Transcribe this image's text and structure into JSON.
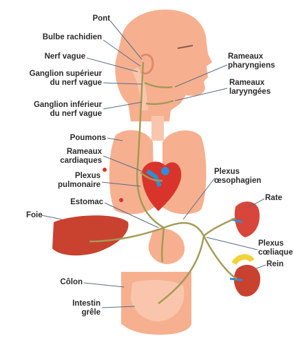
{
  "figure": {
    "colors": {
      "skin": "#f6b08f",
      "skin_light": "#f9c6ad",
      "nerve": "#a39a55",
      "heart": "#d9342b",
      "vessel_blue": "#2d8fd6",
      "spleen": "#d8453a",
      "liver": "#c9412f",
      "adrenal": "#f3d23a",
      "label_text": "#2b2b2b",
      "pointer": "#556b8a"
    },
    "labels_left": [
      {
        "id": "pont",
        "text": "Pont"
      },
      {
        "id": "bulbe",
        "text": "Bulbe rachidien"
      },
      {
        "id": "nerf_vague",
        "text": "Nerf vague"
      },
      {
        "id": "ganglion_sup",
        "text": "Ganglion supérieur\ndu nerf vague"
      },
      {
        "id": "ganglion_inf",
        "text": "Ganglion inférieur\ndu nerf vague"
      },
      {
        "id": "poumons",
        "text": "Poumons"
      },
      {
        "id": "rameaux_cardiaques",
        "text": "Rameaux\ncardiaques"
      },
      {
        "id": "plexus_pulmonaire",
        "text": "Plexus\npulmonaire"
      },
      {
        "id": "estomac",
        "text": "Estomac"
      },
      {
        "id": "foie",
        "text": "Foie"
      },
      {
        "id": "colon",
        "text": "Côlon"
      },
      {
        "id": "intestin",
        "text": "Intestin\ngrêle"
      }
    ],
    "labels_right": [
      {
        "id": "rameaux_pharyngiens",
        "text": "Rameaux\npharyngiens"
      },
      {
        "id": "rameaux_laryngees",
        "text": "Rameaux\nlaryyngées"
      },
      {
        "id": "plexus_oesophagien",
        "text": "Plexus\nœsophagien"
      },
      {
        "id": "rate",
        "text": "Rate"
      },
      {
        "id": "plexus_coeliaque",
        "text": "Plexus\ncœliaque"
      },
      {
        "id": "rein",
        "text": "Rein"
      }
    ]
  }
}
